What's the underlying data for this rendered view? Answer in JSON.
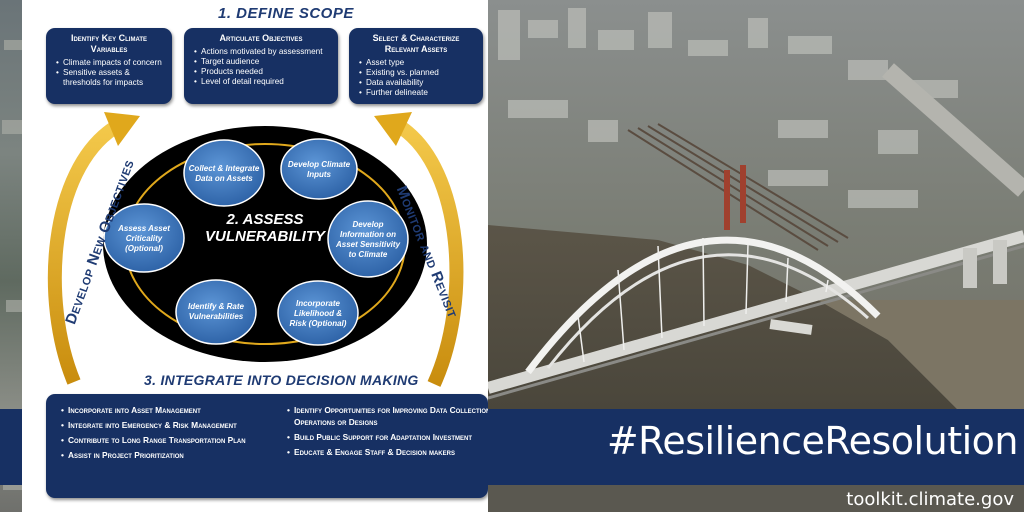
{
  "diagram": {
    "define_scope_title": "1. DEFINE SCOPE",
    "climate_box": {
      "title": "Identify Key Climate Variables",
      "items": [
        "Climate impacts of concern",
        "Sensitive assets & thresholds for impacts"
      ]
    },
    "objectives_box": {
      "title": "Articulate Objectives",
      "items": [
        "Actions motivated by assessment",
        "Target audience",
        "Products needed",
        "Level of detail required"
      ]
    },
    "assets_box": {
      "title": "Select & Characterize Relevant Assets",
      "items": [
        "Asset type",
        "Existing vs. planned",
        "Data availability",
        "Further delineate"
      ]
    },
    "assess_title_line1": "2. ASSESS",
    "assess_title_line2": "VULNERABILITY",
    "bubbles": [
      "Collect & Integrate Data on Assets",
      "Develop Climate Inputs",
      "Develop Information on Asset Sensitivity to Climate",
      "Incorporate Likelihood & Risk (Optional)",
      "Identify & Rate Vulnerabilities",
      "Assess Asset Criticality (Optional)"
    ],
    "develop_label": "Develop New Objectives",
    "monitor_label": "Monitor and Revisit",
    "integrate_title": "3. INTEGRATE INTO DECISION MAKING",
    "integrate_left": [
      "Incorporate into Asset Management",
      "Integrate into Emergency & Risk Management",
      "Contribute to Long Range Transportation Plan",
      "Assist in Project Prioritization"
    ],
    "integrate_right": [
      "Identify Opportunities for Improving Data Collection, Operations or Designs",
      "Build Public Support for Adaptation Investment",
      "Educate & Engage Staff & Decision makers"
    ]
  },
  "banner": {
    "hashtag": "#ResilienceResolution",
    "url": "toolkit.climate.gov"
  },
  "colors": {
    "navy": "#173063",
    "gold": "#e0a81c",
    "bubble": "#3f78bd",
    "ellipse": "#000000"
  }
}
